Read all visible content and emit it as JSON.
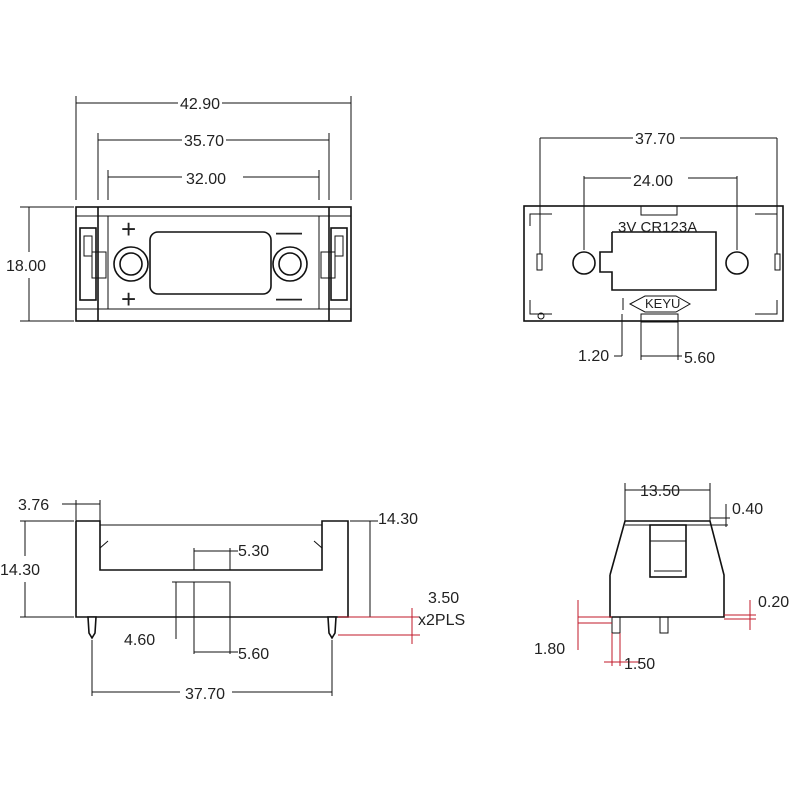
{
  "front_view": {
    "dim_overall_width": "42.90",
    "dim_inner_width": "35.70",
    "dim_cavity_width": "32.00",
    "dim_height": "18.00",
    "plus_top": "+",
    "minus_top": "—",
    "plus_bottom": "+",
    "minus_bottom": "—"
  },
  "side_view": {
    "dim_overall_width": "37.70",
    "dim_hole_spacing": "24.00",
    "label_battery": "3V CR123A",
    "brand": "KEYU",
    "dim_left_offset": "1.20",
    "dim_tab_width": "5.60"
  },
  "bottom_left_view": {
    "dim_wall": "3.76",
    "dim_height_left": "14.30",
    "dim_height_right": "14.30",
    "dim_slot_top": "5.30",
    "dim_slot_bottom": "5.60",
    "dim_slot_depth": "4.60",
    "dim_pin_length": "3.50",
    "dim_pin_qty": "x2PLS",
    "dim_pin_spacing": "37.70"
  },
  "bottom_right_view": {
    "dim_width": "13.50",
    "dim_top_clearance": "0.40",
    "dim_pin_offset": "0.20",
    "dim_pin_height": "1.80",
    "dim_pin_width": "1.50"
  }
}
